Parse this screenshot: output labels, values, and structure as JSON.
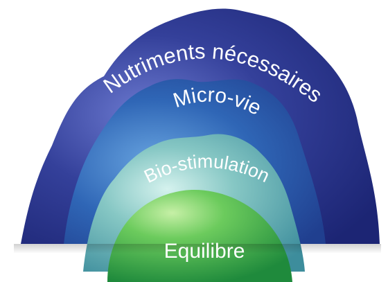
{
  "layers": [
    {
      "label": "Nutriments nécessaires",
      "color": "#2a3590"
    },
    {
      "label": "Micro-vie",
      "color": "#2f5cb0"
    },
    {
      "label": "Bio-stimulation",
      "color": "#5aa7b0"
    },
    {
      "label": "Equilibre",
      "color": "#3aa548"
    }
  ]
}
